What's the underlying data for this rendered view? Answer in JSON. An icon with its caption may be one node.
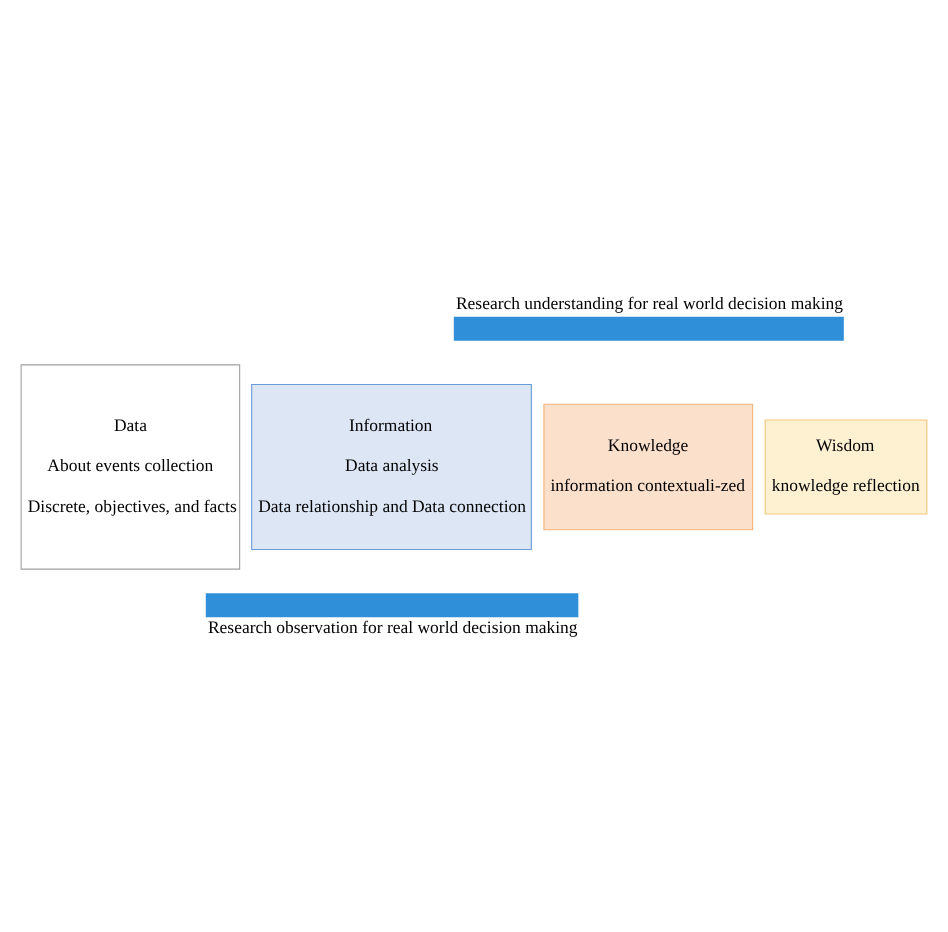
{
  "diagram": {
    "nodes": [
      {
        "text": [
          "Data",
          "About events collection",
          "Discrete, objectives, and facts"
        ]
      },
      {
        "text": [
          "Information",
          "Data analysis",
          "Data relationship and Data connection"
        ]
      },
      {
        "text": [
          "Knowledge",
          "information contextuali-zed"
        ]
      },
      {
        "text": [
          "Wisdom",
          "knowledge reflection"
        ]
      }
    ],
    "edges": [],
    "labels": [
      "Research understanding for real world decision making",
      "Research observation for real world decision making"
    ]
  }
}
